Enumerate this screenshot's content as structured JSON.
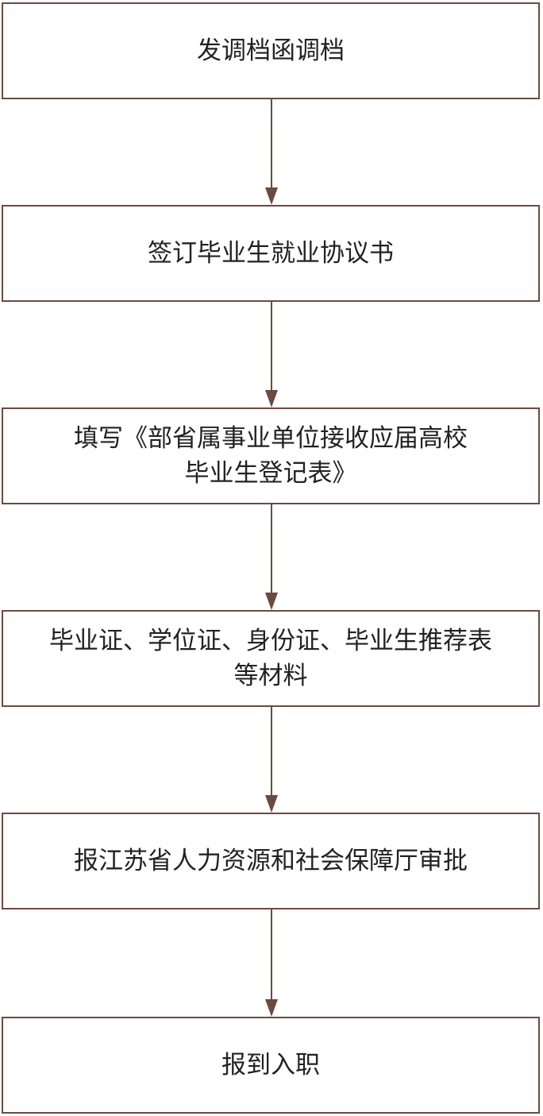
{
  "flowchart": {
    "line_color": "#6b4a40",
    "steps": [
      {
        "label": "发调档函调档"
      },
      {
        "label": "签订毕业生就业协议书"
      },
      {
        "label": "填写《部省属事业单位接收应届高校\n毕业生登记表》"
      },
      {
        "label": "毕业证、学位证、身份证、毕业生推荐表\n等材料"
      },
      {
        "label": "报江苏省人力资源和社会保障厅审批"
      },
      {
        "label": "报到入职"
      }
    ]
  }
}
